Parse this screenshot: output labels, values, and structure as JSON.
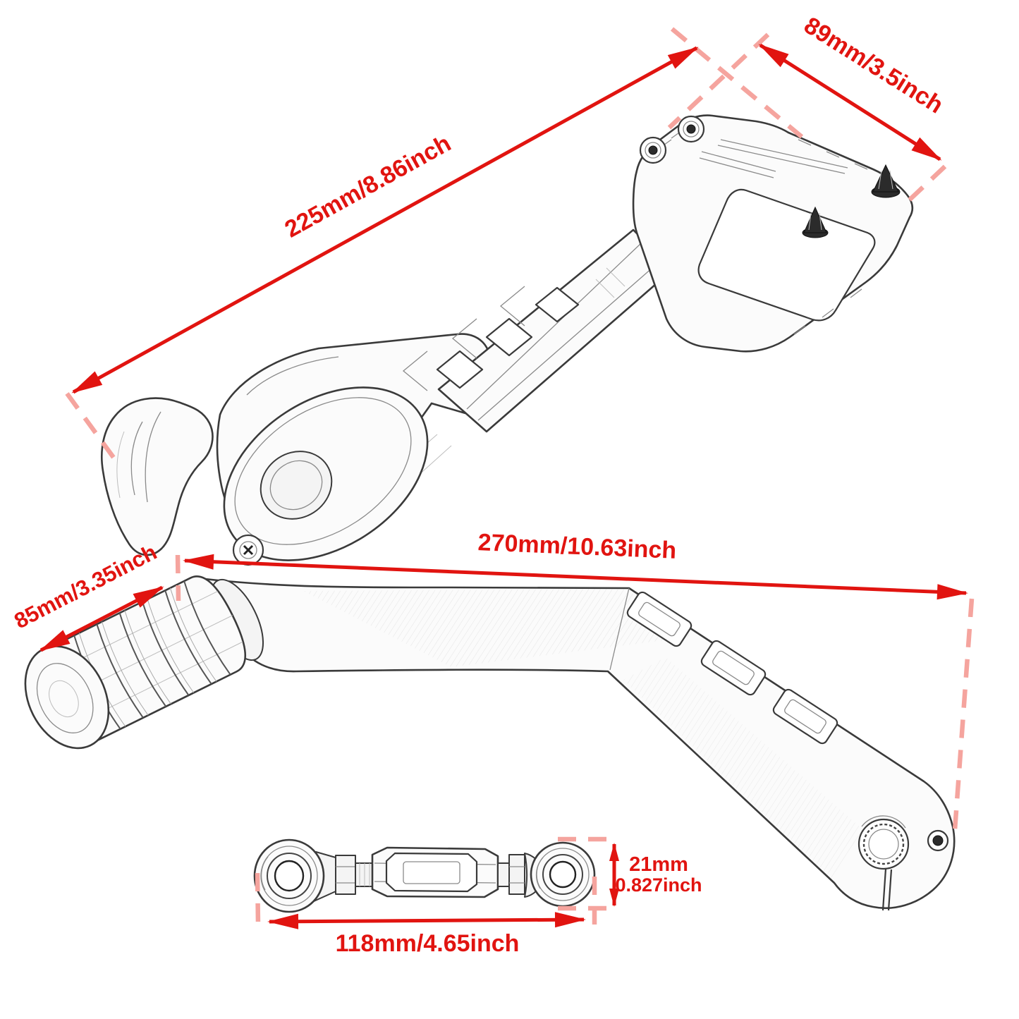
{
  "diagram": {
    "type": "product-dimension-diagram",
    "subject": "motorcycle brake pedal, shift lever and linkage rod line drawings with measurements"
  },
  "colors": {
    "dimension_red": "#e11410",
    "extension_pink": "#f5a49e",
    "line_art": "#3a3a3a",
    "background": "#ffffff"
  },
  "dimensions": {
    "brake_lever_length": "225mm/8.86inch",
    "pedal_pad_width": "89mm/3.5inch",
    "shift_lever_length": "270mm/10.63inch",
    "grip_length": "85mm/3.35inch",
    "linkage_rod_length": "118mm/4.65inch",
    "rod_end_diameter_mm": "21mm",
    "rod_end_diameter_inch": "0.827inch"
  }
}
